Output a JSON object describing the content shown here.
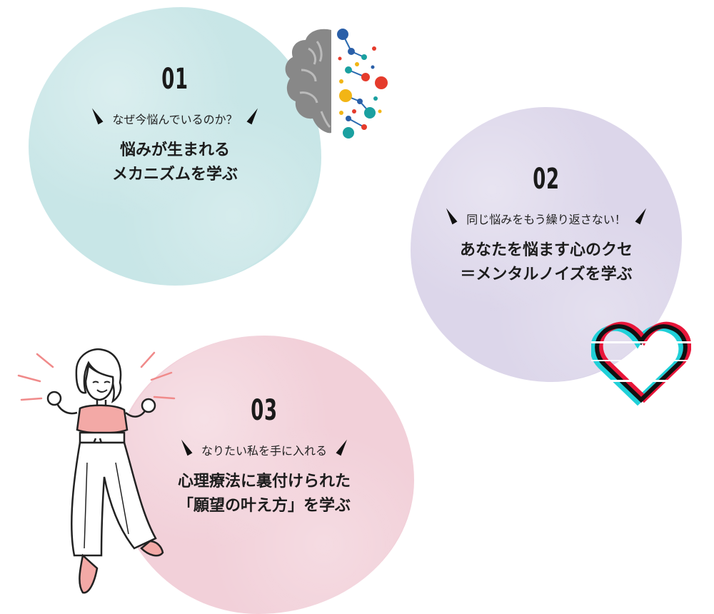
{
  "items": [
    {
      "number": "01",
      "subtitle": "なぜ今悩んでいるのか？",
      "title_line1": "悩みが生まれる",
      "title_line2": "メカニズムを学ぶ",
      "color": "#c8e6e7"
    },
    {
      "number": "02",
      "subtitle": "同じ悩みをもう繰り返さない！",
      "title_line1": "あなたを悩ます心のクセ",
      "title_line2": "＝メンタルノイズを学ぶ",
      "color": "#dcd6ea"
    },
    {
      "number": "03",
      "subtitle": "なりたい私を手に入れる",
      "title_line1": "心理療法に裏付けられた",
      "title_line2": "「願望の叶え方」を学ぶ",
      "color": "#f2d0d9"
    }
  ],
  "icons": {
    "brain": "brain-icon",
    "heart": "glitch-heart-icon",
    "woman": "happy-woman-illustration"
  }
}
